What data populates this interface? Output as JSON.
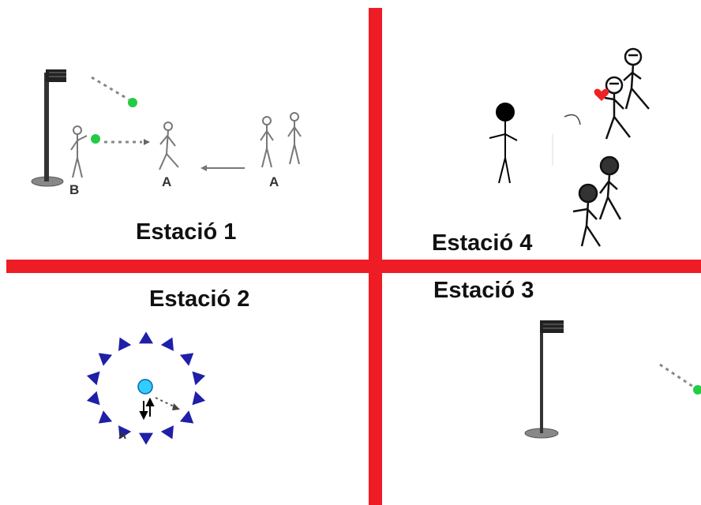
{
  "colors": {
    "divider": "#ee1c24",
    "ball": "#22cc44",
    "cone": "#1f1fa8",
    "center_marker": "#33ccff",
    "heart": "#ee2222"
  },
  "stations": {
    "s1": {
      "title": "Estació 1",
      "player_left": "B",
      "player_mid": "A",
      "player_right": "A"
    },
    "s2": {
      "title": "Estació 2",
      "player": "A"
    },
    "s3": {
      "title": "Estació 3"
    },
    "s4": {
      "title": "Estació 4"
    }
  }
}
